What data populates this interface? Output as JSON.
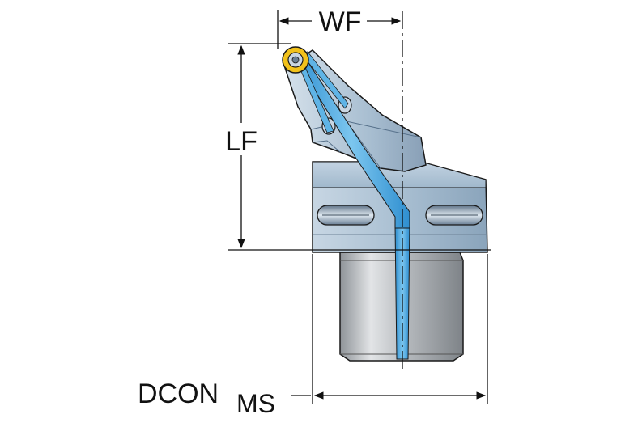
{
  "dimensions": {
    "wf": "WF",
    "lf": "LF",
    "dcon_main": "DCON",
    "dcon_sub": "MS"
  },
  "colors": {
    "body_blue_gray": "#9db3c8",
    "body_light": "#c9d7e4",
    "shank_gray": "#9a9ea3",
    "shank_light": "#d8dadc",
    "coolant_blue": "#4aa8e0",
    "insert_yellow": "#f2c21b",
    "outline": "#1a1a1a"
  }
}
